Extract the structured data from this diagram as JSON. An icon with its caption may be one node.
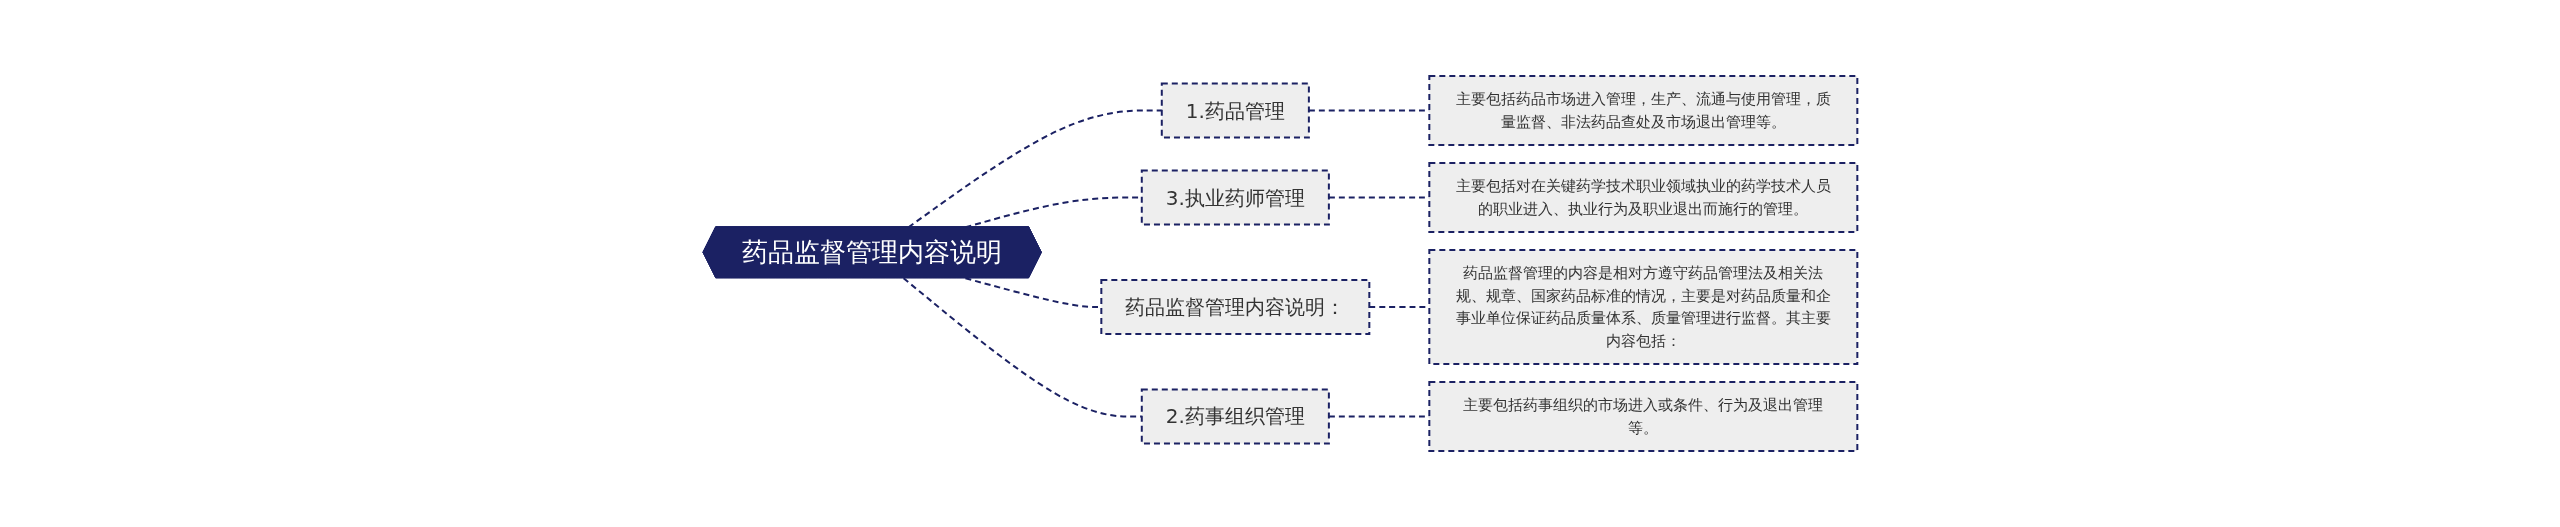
{
  "diagram": {
    "nodes": [
      {
        "text": [
          "药品监督管理内容说明"
        ]
      },
      {
        "text": [
          "1.药品管理"
        ]
      },
      {
        "text": [
          "主要包括药品市场进入管理，生产、流通与使用管理，质量监督、非法药品查处及市场退出管理等。"
        ]
      },
      {
        "text": [
          "3.执业药师管理"
        ]
      },
      {
        "text": [
          "主要包括对在关键药学技术职业领域执业的药学技术人员的职业进入、执业行为及职业退出而施行的管理。"
        ]
      },
      {
        "text": [
          "药品监督管理内容说明："
        ]
      },
      {
        "text": [
          "药品监督管理的内容是相对方遵守药品管理法及相关法规、规章、国家药品标准的情况，主要是对药品质量和企事业单位保证药品质量体系、质量管理进行监督。其主要内容包括："
        ]
      },
      {
        "text": [
          "2.药事组织管理"
        ]
      },
      {
        "text": [
          "主要包括药事组织的市场进入或条件、行为及退出管理等。"
        ]
      }
    ],
    "edges": [
      {
        "from": 0,
        "to": 1,
        "arrow": "none",
        "style": "dashed"
      },
      {
        "from": 1,
        "to": 2,
        "arrow": "none",
        "style": "dashed"
      },
      {
        "from": 0,
        "to": 3,
        "arrow": "none",
        "style": "dashed"
      },
      {
        "from": 3,
        "to": 4,
        "arrow": "none",
        "style": "dashed"
      },
      {
        "from": 0,
        "to": 5,
        "arrow": "none",
        "style": "dashed"
      },
      {
        "from": 5,
        "to": 6,
        "arrow": "none",
        "style": "dashed"
      },
      {
        "from": 0,
        "to": 7,
        "arrow": "none",
        "style": "dashed"
      },
      {
        "from": 7,
        "to": 8,
        "arrow": "none",
        "style": "dashed"
      }
    ]
  }
}
